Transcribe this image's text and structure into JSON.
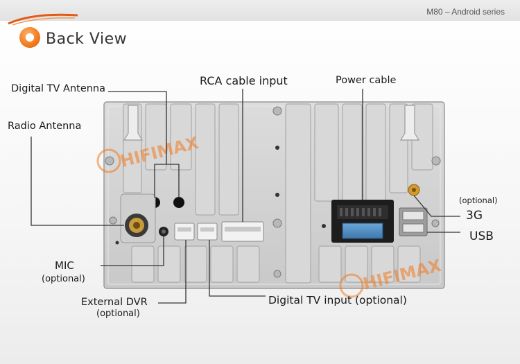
{
  "header": {
    "series": "M80 – Android series",
    "title": "Back View"
  },
  "labels": {
    "digital_tv_antenna": "Digital TV Antenna",
    "radio_antenna": "Radio Antenna",
    "rca_cable_input": "RCA cable input",
    "power_cable": "Power cable",
    "optional_3g": "(optional)",
    "three_g": "3G",
    "usb": "USB",
    "mic": "MIC",
    "mic_optional": "(optional)",
    "external_dvr": "External DVR",
    "external_dvr_optional": "(optional)",
    "digital_tv_input": "Digital TV input (optional)"
  },
  "watermark": {
    "brand": "HIFIMAX"
  },
  "colors": {
    "panel": "#d4d4d4",
    "accent_orange": "#f07a1e",
    "leader_line": "#333333"
  }
}
